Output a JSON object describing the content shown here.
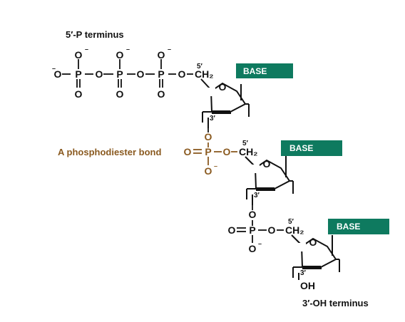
{
  "labels": {
    "five_prime_terminus": "5′-P terminus",
    "three_prime_terminus": "3′-OH terminus",
    "bond": "A phosphodiester bond"
  },
  "atoms": {
    "oxygen": "O",
    "phosphorus": "P",
    "negative": "–",
    "ch2": "CH₂",
    "oh": "OH",
    "double_bond": "="
  },
  "positions": {
    "five_prime": "5′",
    "three_prime": "3′"
  },
  "base_label": "BASE",
  "colors": {
    "base_box": "#0e7a5f",
    "phosphodiester": "#8a5a20",
    "ink": "#111111"
  }
}
